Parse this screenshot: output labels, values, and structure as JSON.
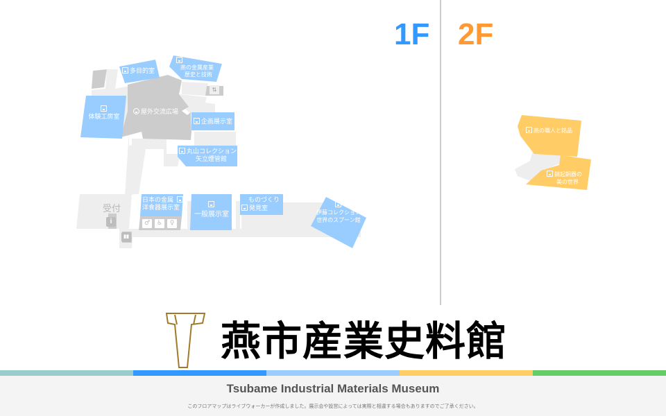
{
  "floors": {
    "first": {
      "label": "1F",
      "color": "#3399ff"
    },
    "second": {
      "label": "2F",
      "color": "#ff9933"
    }
  },
  "colors": {
    "room_1f": "#99ccff",
    "room_2f": "#ffcc66",
    "corridor": "#eeeeee",
    "plaza": "#cccccc",
    "logo": "#a07a2a"
  },
  "rooms_1f": [
    {
      "id": "multipurpose",
      "label": "多目的室",
      "icon": "room-icon"
    },
    {
      "id": "history",
      "label_line1": "燕の金属産業",
      "label_line2": "歴史と技術",
      "icon": "room-icon"
    },
    {
      "id": "workshop",
      "label": "体験工房室",
      "icon": "room-icon"
    },
    {
      "id": "plaza",
      "label": "屋外交流広場",
      "icon": "sun-icon"
    },
    {
      "id": "special",
      "label": "企画展示室",
      "icon": "room-icon"
    },
    {
      "id": "maruyama",
      "label_line1": "丸山コレクション",
      "label_line2": "矢立煙管館",
      "icon": "room-icon"
    },
    {
      "id": "western",
      "label_line1": "日本の金属",
      "label_line2": "洋食器展示室",
      "icon": "room-icon"
    },
    {
      "id": "general",
      "label": "一般展示室",
      "icon": "room-icon"
    },
    {
      "id": "monozukuri",
      "label_line1": "ものづくり",
      "label_line2": "発見室",
      "icon": "room-icon"
    },
    {
      "id": "ito",
      "label_line1": "伊藤コレクション",
      "label_line2": "世界のスプーン館",
      "icon": "room-icon"
    }
  ],
  "rooms_2f": [
    {
      "id": "craftsmen",
      "label": "燕の職人と銘品",
      "icon": "room-icon"
    },
    {
      "id": "tsuiki",
      "label_line1": "鎚起銅器の",
      "label_line2": "美の世界",
      "icon": "room-icon"
    }
  ],
  "facilities": {
    "reception": "受付",
    "info_icon": "i",
    "restroom_male": "♂",
    "restroom_accessible": "♿",
    "restroom_female": "♀",
    "elevator": "▮▮",
    "stairs": "⇅"
  },
  "title": {
    "jp": "燕市産業史料館",
    "en": "Tsubame Industrial Materials Museum"
  },
  "footer": {
    "note": "このフロアマップはライブウォーカーが作成しました。展示会や設営によっては実際と相違する場合もありますのでご了承ください。"
  },
  "color_strip": [
    "#99cccc",
    "#3399ff",
    "#99ccff",
    "#ffcc66",
    "#66cc66"
  ]
}
